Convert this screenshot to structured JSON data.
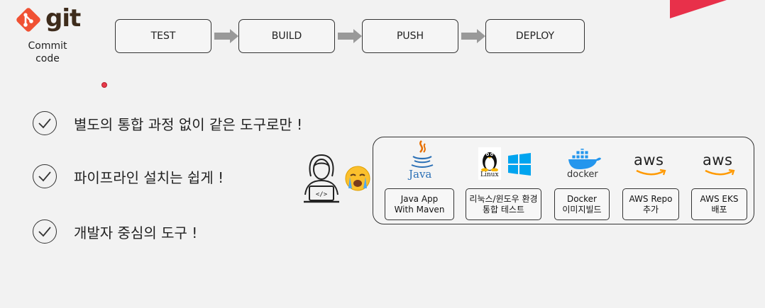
{
  "git": {
    "logo_text": "git",
    "caption": "Commit\ncode"
  },
  "pipeline": {
    "stages": [
      {
        "label": "TEST"
      },
      {
        "label": "BUILD"
      },
      {
        "label": "PUSH"
      },
      {
        "label": "DEPLOY"
      }
    ]
  },
  "benefits": [
    {
      "text": "별도의 통합 과정 없이 같은 도구로만 !"
    },
    {
      "text": "파이프라인 설치는 쉽게 !"
    },
    {
      "text": "개발자 중심의 도구 !"
    }
  ],
  "tools": [
    {
      "icon": "java-icon",
      "icon_text": "Java",
      "label": "Java App\nWith Maven"
    },
    {
      "icon": "linux-windows-icon",
      "icon_text": "Linux",
      "label": "리눅스/윈도우 환경\n통합 테스트"
    },
    {
      "icon": "docker-icon",
      "icon_text": "docker",
      "label": "Docker\n이미지빌드"
    },
    {
      "icon": "aws-icon",
      "icon_text": "aws",
      "label": "AWS Repo\n추가"
    },
    {
      "icon": "aws-icon",
      "icon_text": "aws",
      "label": "AWS EKS\n배포"
    }
  ],
  "colors": {
    "git_orange": "#f05133",
    "corner_red": "#e8304a",
    "aws_orange": "#ff9900",
    "docker_blue": "#2496ed",
    "windows_blue": "#00a4ef"
  }
}
